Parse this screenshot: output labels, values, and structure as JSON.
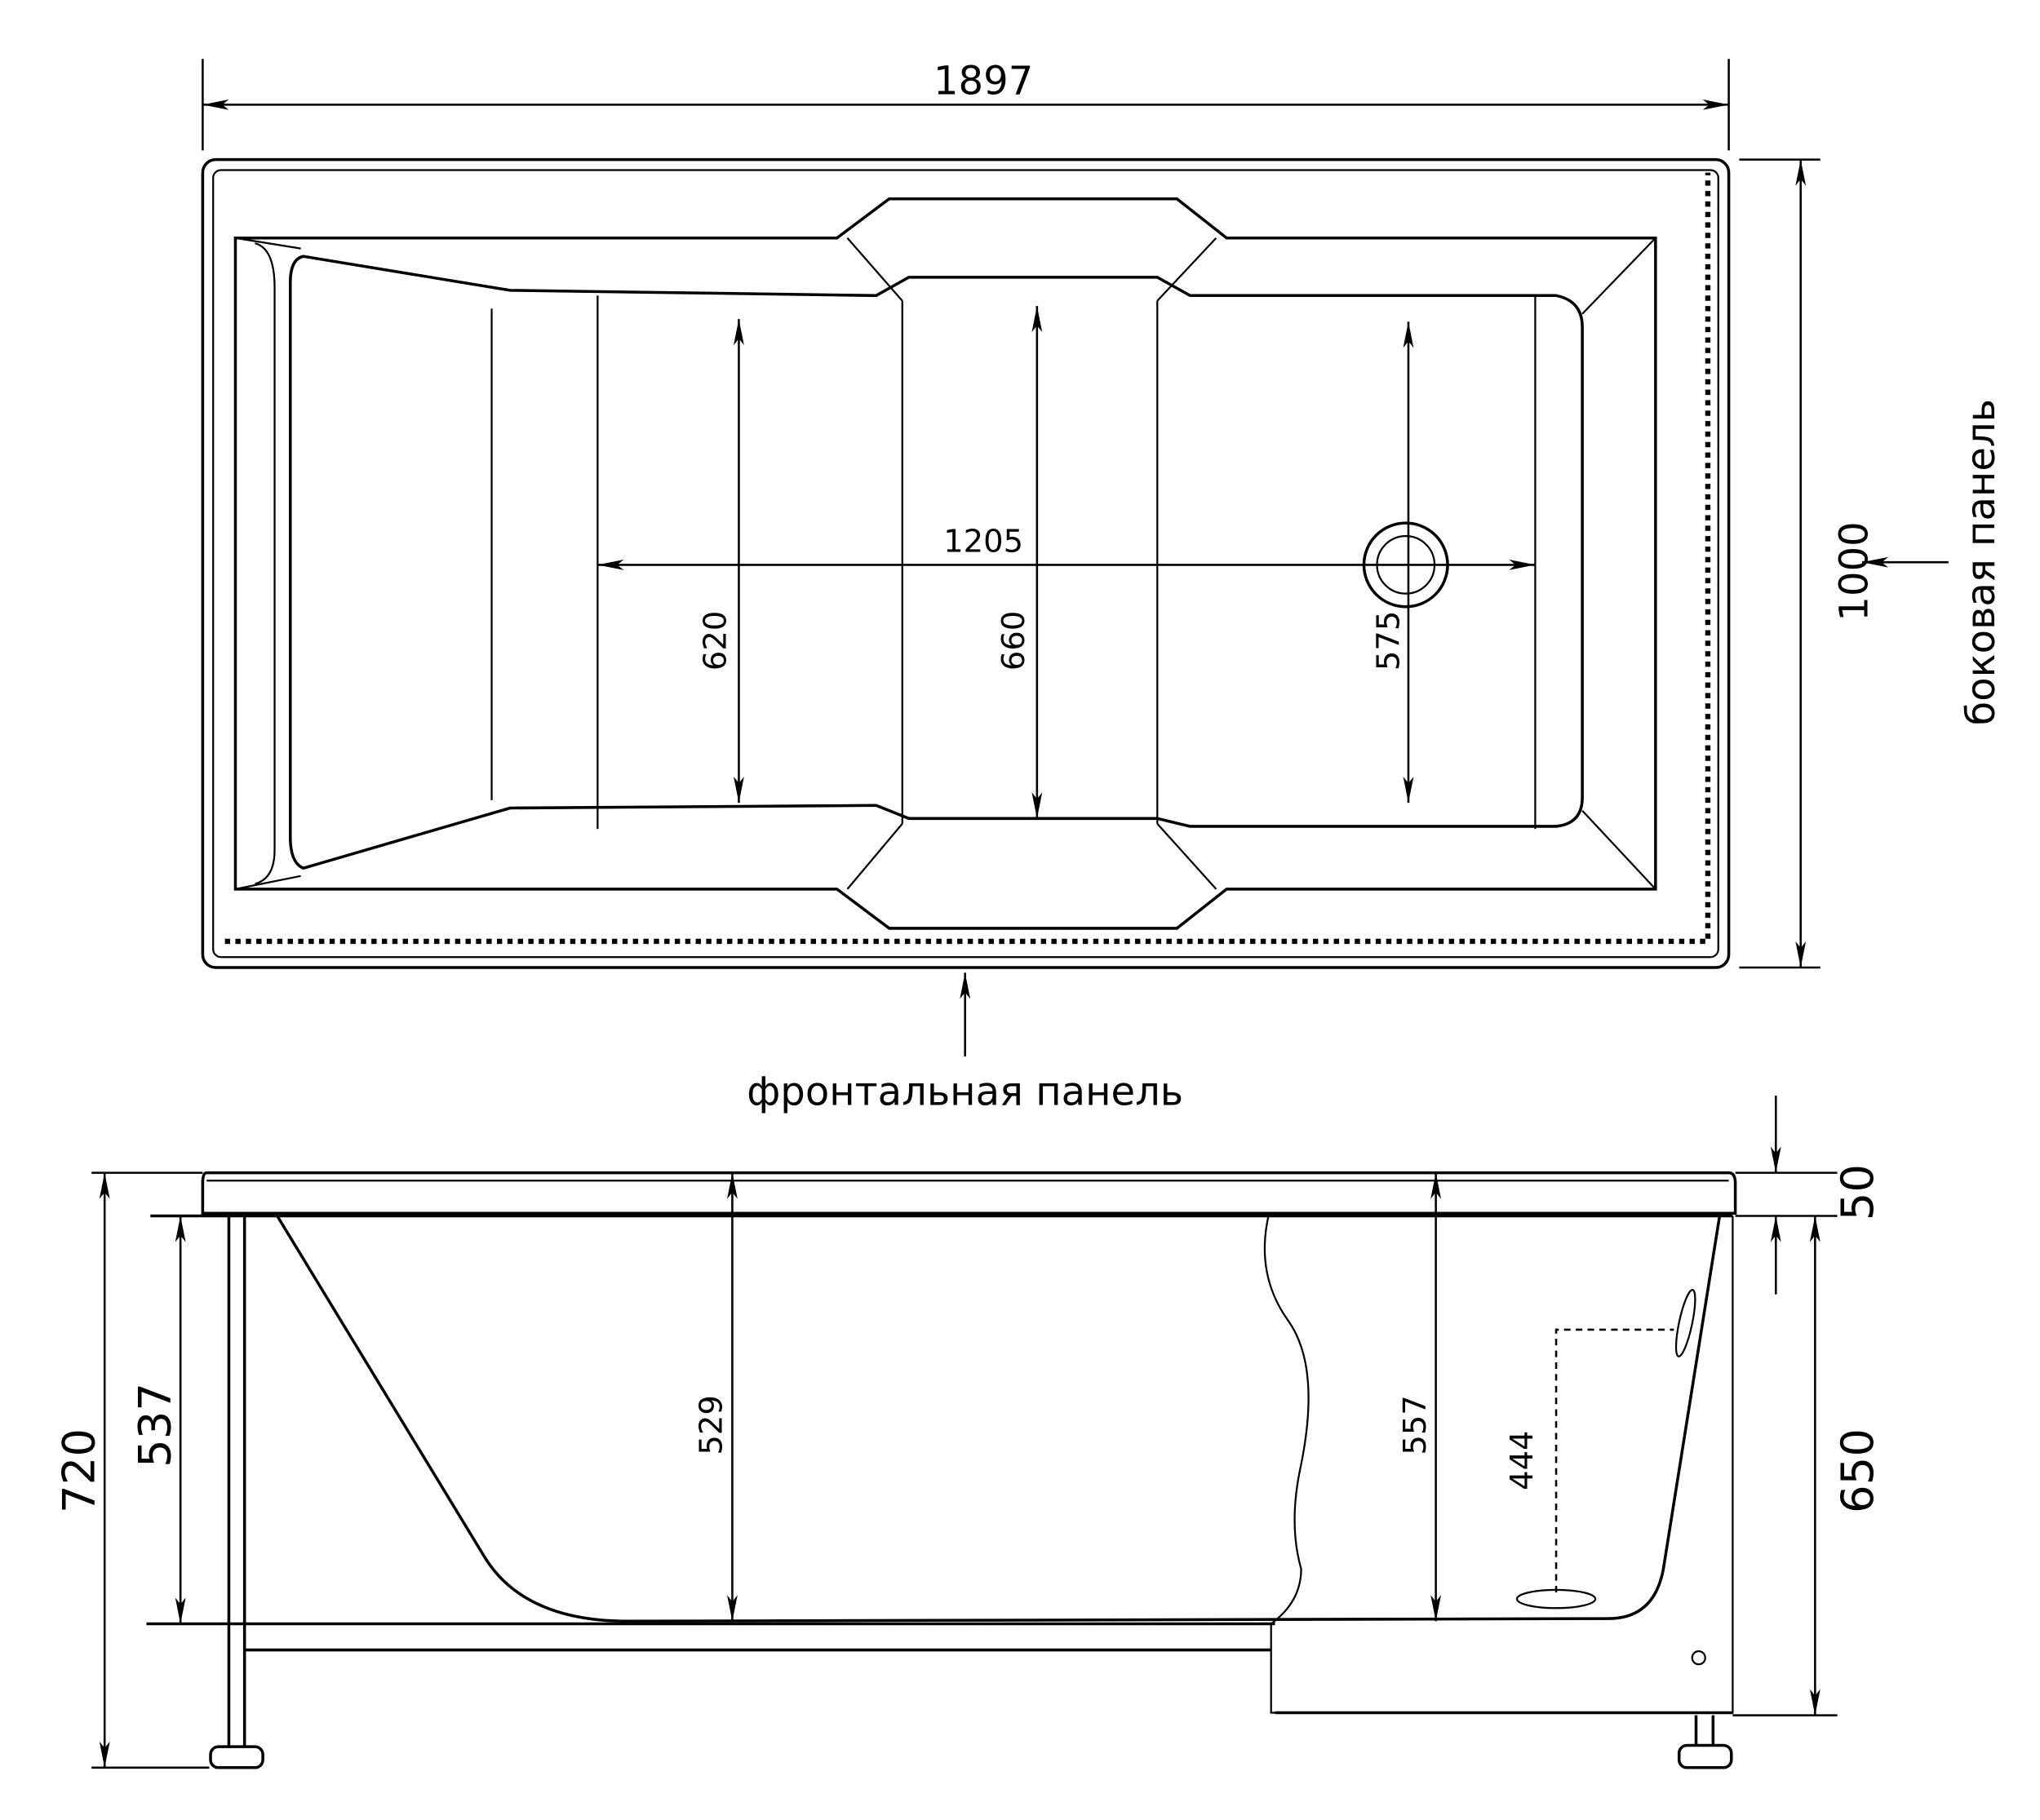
{
  "top_view": {
    "overall_length": "1897",
    "overall_width": "1000",
    "inner_length": "1205",
    "depth_left": "620",
    "depth_middle": "660",
    "depth_right": "575",
    "side_panel_label": "боковая панель",
    "front_panel_label": "фронтальная панель"
  },
  "side_view": {
    "total_height": "720",
    "rim_thickness": "50",
    "inner_height_left": "537",
    "inner_depth_middle": "529",
    "inner_depth_right": "557",
    "overflow_height": "444",
    "body_height": "650"
  }
}
